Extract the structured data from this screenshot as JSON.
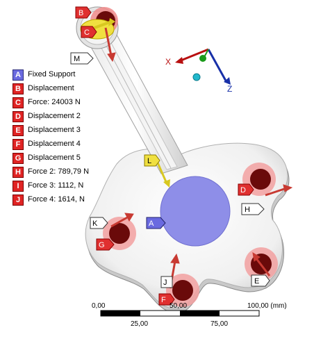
{
  "colors": {
    "fixed_support": "#7b7bd8",
    "load_red": "#e03030",
    "arrow_red": "#c83a32",
    "arrow_yellow": "#e8d82a",
    "axis_x": "#b81010",
    "axis_y": "#1a9a1a",
    "axis_z": "#1830a8"
  },
  "legend": [
    {
      "letter": "A",
      "label": "Fixed Support",
      "swatch": "#6a6ae0"
    },
    {
      "letter": "B",
      "label": "Displacement",
      "swatch": "#e02424"
    },
    {
      "letter": "C",
      "label": "Force: 24003 N",
      "swatch": "#e02424"
    },
    {
      "letter": "D",
      "label": "Displacement 2",
      "swatch": "#e02424"
    },
    {
      "letter": "E",
      "label": "Displacement 3",
      "swatch": "#e02424"
    },
    {
      "letter": "F",
      "label": "Displacement 4",
      "swatch": "#e02424"
    },
    {
      "letter": "G",
      "label": "Displacement 5",
      "swatch": "#e02424"
    },
    {
      "letter": "H",
      "label": "Force 2: 789,79 N",
      "swatch": "#e02424"
    },
    {
      "letter": "I",
      "label": "Force 3: 1112, N",
      "swatch": "#e02424"
    },
    {
      "letter": "J",
      "label": "Force 4: 1614, N",
      "swatch": "#e02424"
    }
  ],
  "callouts": {
    "A": "A",
    "B": "B",
    "C": "C",
    "D": "D",
    "E": "E",
    "G": "G",
    "H": "H",
    "J": "J",
    "K": "K",
    "L": "L",
    "M": "M",
    "F": "F"
  },
  "axes": {
    "x": "X",
    "z": "Z"
  },
  "scale_bar": {
    "top_labels": [
      "0,00",
      "50,00",
      "100,00 (mm)"
    ],
    "bottom_labels": [
      "25,00",
      "75,00"
    ]
  }
}
